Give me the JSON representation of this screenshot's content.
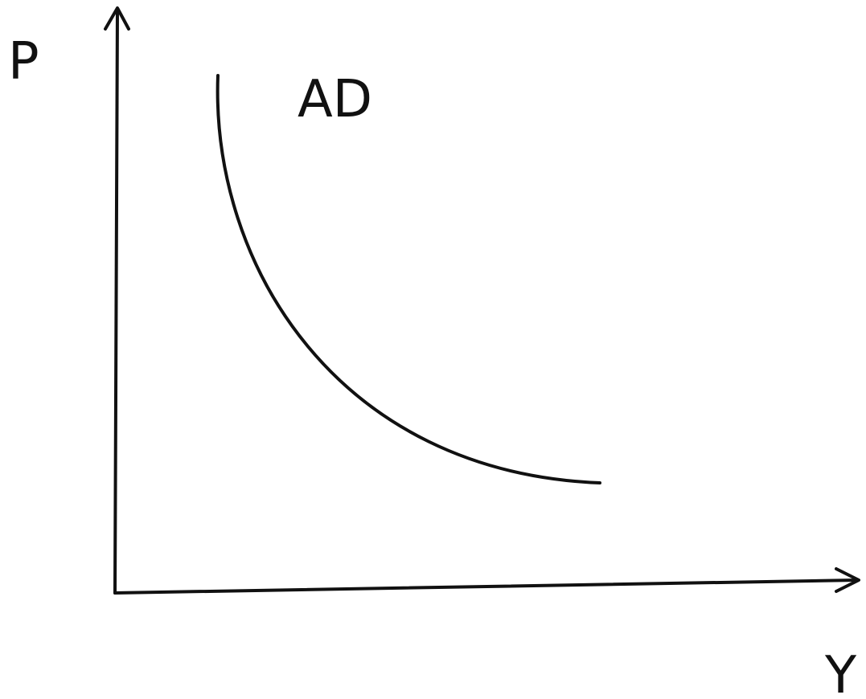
{
  "diagram": {
    "y_axis_label": "P",
    "x_axis_label": "Y",
    "curve_label": "AD"
  },
  "colors": {
    "ink": "#111111",
    "background": "#ffffff"
  }
}
